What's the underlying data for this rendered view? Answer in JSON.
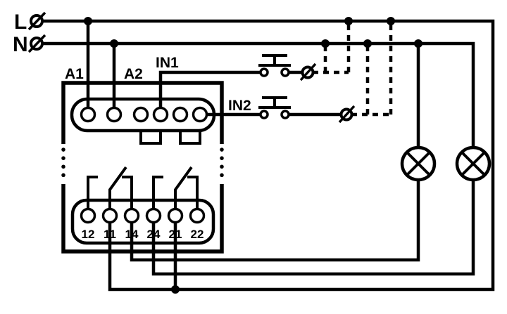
{
  "diagram": {
    "type": "wiring-schematic",
    "power_labels": {
      "line": "L",
      "neutral": "N"
    },
    "device": {
      "terminal_labels": {
        "a1": "A1",
        "a2": "A2",
        "in1": "IN1",
        "in2": "IN2"
      },
      "bottom_terminals": [
        "12",
        "11",
        "14",
        "24",
        "21",
        "22"
      ]
    },
    "colors": {
      "stroke": "#000000",
      "background": "#ffffff"
    },
    "icons": {
      "supply_terminal": "circle-with-slash",
      "junction": "filled-dot",
      "pushbutton": "momentary-pushbutton",
      "lamp": "circle-with-x",
      "alternative_wiring": "dashed-line"
    }
  }
}
